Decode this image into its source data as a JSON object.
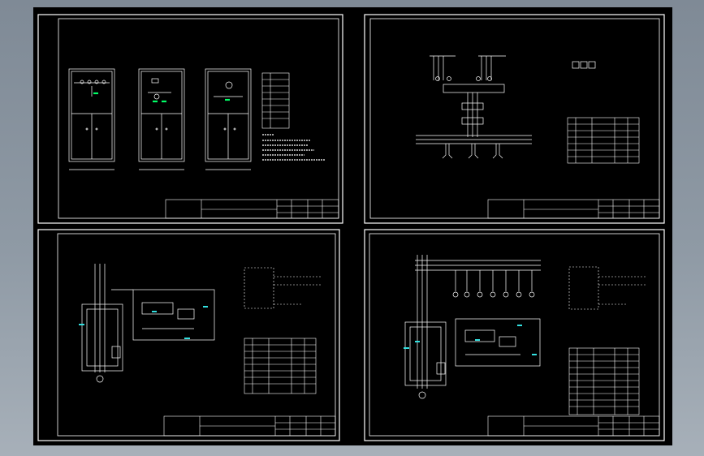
{
  "app": {
    "background_top": "#7f8a96",
    "background_bottom": "#a7b0b9",
    "canvas_color": "#000000",
    "line_color": "#ffffff",
    "accent_green": "#00ff66",
    "accent_cyan": "#33e0e0"
  },
  "sheets": [
    {
      "id": "cabinet-layout",
      "title_block": {
        "project": "",
        "drawing": "",
        "number": ""
      }
    },
    {
      "id": "main-circuit",
      "title_block": {
        "project": "",
        "drawing": "",
        "number": ""
      }
    },
    {
      "id": "control-circuit-a",
      "title_block": {
        "project": "",
        "drawing": "",
        "number": ""
      }
    },
    {
      "id": "control-circuit-b",
      "title_block": {
        "project": "",
        "drawing": "",
        "number": ""
      }
    }
  ]
}
